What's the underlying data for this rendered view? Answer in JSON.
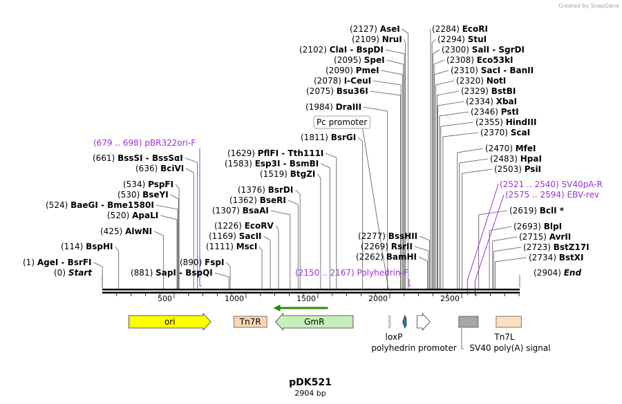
{
  "credit": "Created by SnapGene",
  "title": "pDK521",
  "length_label": "2904 bp",
  "axis": {
    "length": 2904,
    "ticks": [
      "500",
      "1000",
      "1500",
      "2000",
      "2500"
    ]
  },
  "sites": [
    {
      "pos": 0,
      "label": "Start",
      "pos_text": "(0)",
      "italic": true
    },
    {
      "pos": 1,
      "label": "AgeI - BsrFI",
      "pos_text": "(1)"
    },
    {
      "pos": 114,
      "label": "BspHI",
      "pos_text": "(114)"
    },
    {
      "pos": 425,
      "label": "AlwNI",
      "pos_text": "(425)"
    },
    {
      "pos": 520,
      "label": "ApaLI",
      "pos_text": "(520)"
    },
    {
      "pos": 524,
      "label": "BaeGI - Bme1580I",
      "pos_text": "(524)"
    },
    {
      "pos": 530,
      "label": "BseYI",
      "pos_text": "(530)"
    },
    {
      "pos": 534,
      "label": "PspFI",
      "pos_text": "(534)"
    },
    {
      "pos": 636,
      "label": "BciVI",
      "pos_text": "(636)"
    },
    {
      "pos": 661,
      "label": "BssSI - BssSαI",
      "pos_text": "(661)"
    },
    {
      "pos": 881,
      "label": "SapI - BspQI",
      "pos_text": "(881)"
    },
    {
      "pos": 890,
      "label": "FspI",
      "pos_text": "(890)"
    },
    {
      "pos": 1111,
      "label": "MscI",
      "pos_text": "(1111)"
    },
    {
      "pos": 1169,
      "label": "SacII",
      "pos_text": "(1169)"
    },
    {
      "pos": 1226,
      "label": "EcoRV",
      "pos_text": "(1226)"
    },
    {
      "pos": 1307,
      "label": "BsaAI",
      "pos_text": "(1307)"
    },
    {
      "pos": 1362,
      "label": "BseRI",
      "pos_text": "(1362)"
    },
    {
      "pos": 1376,
      "label": "BsrDI",
      "pos_text": "(1376)"
    },
    {
      "pos": 1519,
      "label": "BtgZI",
      "pos_text": "(1519)"
    },
    {
      "pos": 1583,
      "label": "Esp3I - BsmBI",
      "pos_text": "(1583)"
    },
    {
      "pos": 1629,
      "label": "PflFI - Tth111I",
      "pos_text": "(1629)"
    },
    {
      "pos": 1811,
      "label": "BsrGI",
      "pos_text": "(1811)"
    },
    {
      "pos": 1984,
      "label": "DraIII",
      "pos_text": "(1984)"
    },
    {
      "pos": 2075,
      "label": "Bsu36I",
      "pos_text": "(2075)"
    },
    {
      "pos": 2078,
      "label": "I-CeuI",
      "pos_text": "(2078)"
    },
    {
      "pos": 2090,
      "label": "PmeI",
      "pos_text": "(2090)"
    },
    {
      "pos": 2095,
      "label": "SpeI",
      "pos_text": "(2095)"
    },
    {
      "pos": 2102,
      "label": "ClaI - BspDI",
      "pos_text": "(2102)"
    },
    {
      "pos": 2109,
      "label": "NruI",
      "pos_text": "(2109)"
    },
    {
      "pos": 2127,
      "label": "AseI",
      "pos_text": "(2127)"
    },
    {
      "pos": 2262,
      "label": "BamHI",
      "pos_text": "(2262)"
    },
    {
      "pos": 2269,
      "label": "RsrII",
      "pos_text": "(2269)"
    },
    {
      "pos": 2277,
      "label": "BssHII",
      "pos_text": "(2277)"
    },
    {
      "pos": 2284,
      "label": "EcoRI",
      "pos_text": "(2284)"
    },
    {
      "pos": 2294,
      "label": "StuI",
      "pos_text": "(2294)"
    },
    {
      "pos": 2300,
      "label": "SalI - SgrDI",
      "pos_text": "(2300)"
    },
    {
      "pos": 2308,
      "label": "Eco53kI",
      "pos_text": "(2308)"
    },
    {
      "pos": 2310,
      "label": "SacI - BanII",
      "pos_text": "(2310)"
    },
    {
      "pos": 2320,
      "label": "NotI",
      "pos_text": "(2320)"
    },
    {
      "pos": 2329,
      "label": "BstBI",
      "pos_text": "(2329)"
    },
    {
      "pos": 2334,
      "label": "XbaI",
      "pos_text": "(2334)"
    },
    {
      "pos": 2346,
      "label": "PstI",
      "pos_text": "(2346)"
    },
    {
      "pos": 2355,
      "label": "HindIII",
      "pos_text": "(2355)"
    },
    {
      "pos": 2370,
      "label": "ScaI",
      "pos_text": "(2370)"
    },
    {
      "pos": 2470,
      "label": "MfeI",
      "pos_text": "(2470)"
    },
    {
      "pos": 2483,
      "label": "HpaI",
      "pos_text": "(2483)"
    },
    {
      "pos": 2503,
      "label": "PsiI",
      "pos_text": "(2503)"
    },
    {
      "pos": 2619,
      "label": "BclI *",
      "pos_text": "(2619)"
    },
    {
      "pos": 2693,
      "label": "BlpI",
      "pos_text": "(2693)"
    },
    {
      "pos": 2715,
      "label": "AvrII",
      "pos_text": "(2715)"
    },
    {
      "pos": 2723,
      "label": "BstZ17I",
      "pos_text": "(2723)"
    },
    {
      "pos": 2734,
      "label": "BstXI",
      "pos_text": "(2734)"
    },
    {
      "pos": 2904,
      "label": "End",
      "pos_text": "(2904)",
      "italic": true
    }
  ],
  "primers": [
    {
      "name": "pBR322ori-F",
      "range": "(679 .. 698)",
      "pos": 679
    },
    {
      "name": "Polyhedrin-F",
      "range": "(2150 .. 2167)",
      "pos": 2150
    },
    {
      "name": "SV40pA-R",
      "range": "(2521 .. 2540)",
      "pos": 2540
    },
    {
      "name": "EBV-rev",
      "range": "(2575 .. 2594)",
      "pos": 2594
    }
  ],
  "promoter_label": "Pc promoter",
  "features": [
    {
      "name": "ori",
      "start": 185,
      "end": 755,
      "direction": "forward",
      "color": "#ffff00",
      "label_inside": true
    },
    {
      "name": "Tn7R",
      "start": 915,
      "end": 1145,
      "direction": "none",
      "color": "#fbd5b5",
      "label_inside": true
    },
    {
      "name": "GmR",
      "start": 1205,
      "end": 1745,
      "direction": "reverse",
      "color": "#c6efb9",
      "label_inside": true
    },
    {
      "name": "loxP",
      "start": 1985,
      "end": 2005,
      "direction": "none",
      "color": "#ffffff",
      "label_inside": false
    },
    {
      "name": "",
      "start": 2090,
      "end": 2115,
      "direction": "none",
      "color": "#1f7a9a",
      "label_inside": false
    },
    {
      "name": "polyhedrin promoter",
      "start": 2190,
      "end": 2280,
      "direction": "forward",
      "color": "#ffffff",
      "label_inside": false
    },
    {
      "name": "SV40 poly(A) signal",
      "start": 2480,
      "end": 2615,
      "direction": "none",
      "color": "#a6a6a6",
      "label_inside": false
    },
    {
      "name": "Tn7L",
      "start": 2740,
      "end": 2915,
      "direction": "none",
      "color": "#fbdfbf",
      "label_inside": false
    }
  ],
  "colors": {
    "primer": "#9b30d9",
    "gmr_orf": "#2e8b00",
    "backbone": "#000000"
  }
}
